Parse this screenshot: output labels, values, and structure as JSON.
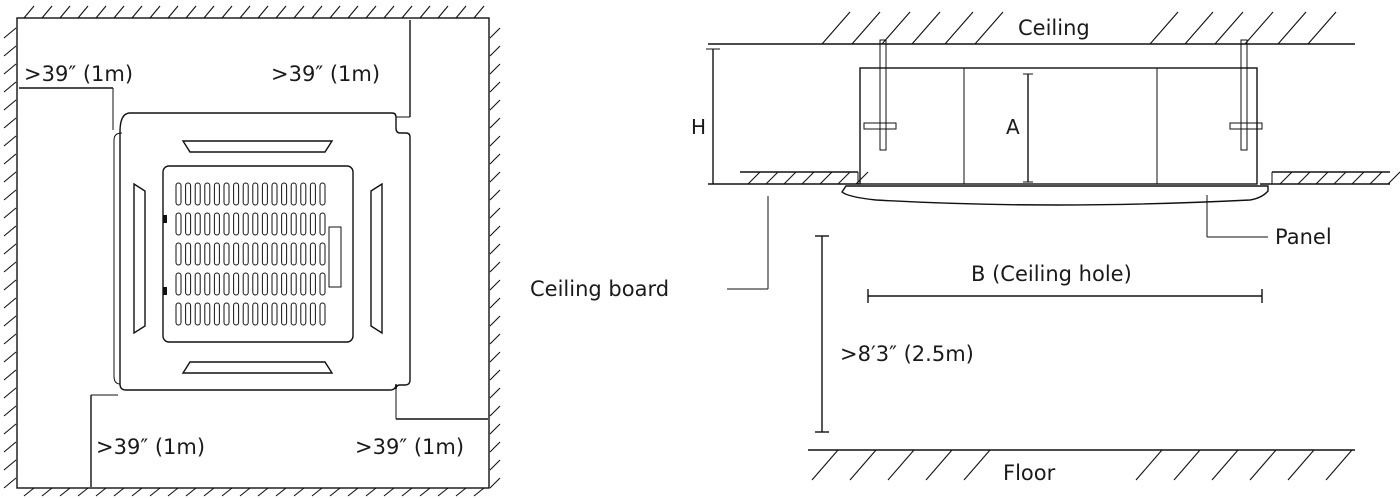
{
  "left_view": {
    "clearance_top_left": ">39″ (1m)",
    "clearance_top_right": ">39″ (1m)",
    "clearance_bottom_left": ">39″ (1m)",
    "clearance_bottom_right": ">39″ (1m)"
  },
  "side_view": {
    "ceiling": "Ceiling",
    "floor": "Floor",
    "height_label": "H",
    "unit_height_label": "A",
    "panel": "Panel",
    "ceiling_board": "Ceiling board",
    "ceiling_hole": "B (Ceiling hole)",
    "floor_clearance": ">8′3″ (2.5m)"
  }
}
